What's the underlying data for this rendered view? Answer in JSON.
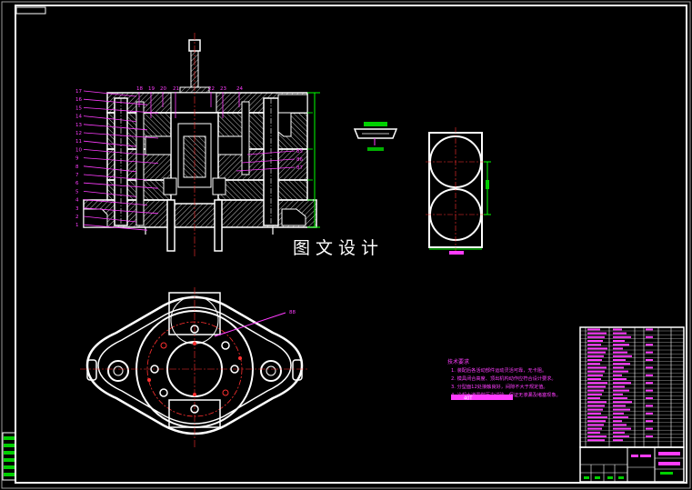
{
  "watermark": "图文设计",
  "balloons_left": [
    "17",
    "16",
    "15",
    "14",
    "13",
    "12",
    "11",
    "10",
    "9",
    "8",
    "7",
    "6",
    "5",
    "4",
    "3",
    "2",
    "1"
  ],
  "balloons_top": [
    "18",
    "19",
    "20",
    "21",
    "22",
    "23",
    "24"
  ],
  "balloons_right": [
    "85",
    "86",
    "87"
  ],
  "balloon_plan": "88",
  "tech_notes": {
    "title": "技术要求",
    "lines": [
      "1. 装配后各活动部件运动灵活可靠，无卡阻。",
      "2. 模具闭合高度、顶出机构动作应符合设计要求。",
      "3. 分型面12处接触良好，间隙不大于规定值。",
      "4. 冷却水道需做压力试验，保证无渗漏及堵塞现象。"
    ],
    "highlight": "40T"
  },
  "colors": {
    "line": "#ffffff",
    "hatch": "#c8c8c8",
    "leader": "#ff3cff",
    "dimension": "#00ff00",
    "red": "#ff3030",
    "frame": "#ffffff"
  }
}
